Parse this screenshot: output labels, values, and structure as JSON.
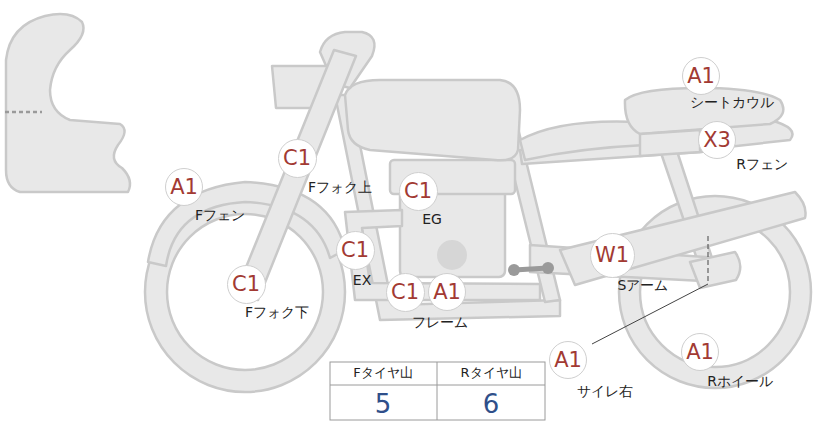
{
  "diagram": {
    "nodes": [
      {
        "text": [
          "A1"
        ]
      },
      {
        "text": [
          "X3"
        ]
      },
      {
        "text": [
          "C1"
        ]
      },
      {
        "text": [
          "A1"
        ]
      },
      {
        "text": [
          "C1"
        ]
      },
      {
        "text": [
          "C1"
        ]
      },
      {
        "text": [
          "W1"
        ]
      },
      {
        "text": [
          "C1"
        ]
      },
      {
        "text": [
          "C1"
        ]
      },
      {
        "text": [
          "A1"
        ]
      },
      {
        "text": [
          "A1"
        ]
      },
      {
        "text": [
          "A1"
        ]
      }
    ],
    "labels": [
      "シートカウル",
      "Rフェン",
      "Fフォク上",
      "Fフェン",
      "EG",
      "EX",
      "Sアーム",
      "Fフォク下",
      "フレーム",
      "サイレ右",
      "Rホイール",
      "Fタイヤ山",
      "Rタイヤ山",
      "5",
      "6"
    ]
  }
}
